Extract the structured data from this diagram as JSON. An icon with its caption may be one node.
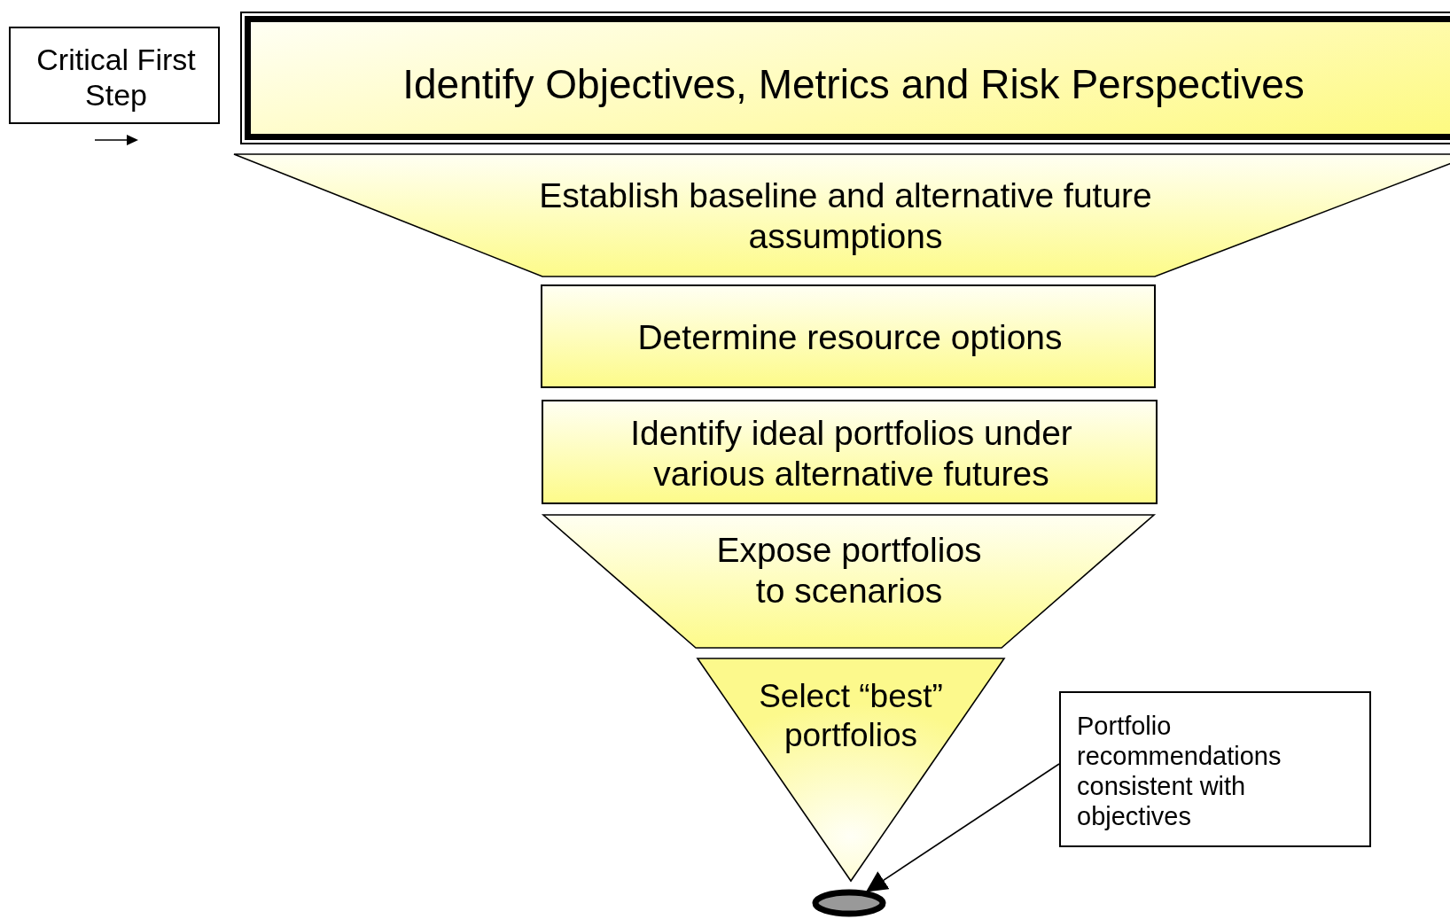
{
  "diagram": {
    "nodes": [
      {
        "text": [
          "Critical First Step"
        ]
      },
      {
        "text": [
          "Identify Objectives, Metrics and Risk Perspectives"
        ]
      },
      {
        "text": [
          "Establish baseline and alternative future assumptions"
        ]
      },
      {
        "text": [
          "Determine resource options"
        ]
      },
      {
        "text": [
          "Identify ideal portfolios under various alternative futures"
        ]
      },
      {
        "text": [
          "Expose portfolios to scenarios"
        ]
      },
      {
        "text": [
          "Select “best” portfolios"
        ]
      },
      {
        "text": [],
        "shape": "ellipse"
      },
      {
        "text": [
          "Portfolio recommendations consistent with objectives"
        ]
      }
    ],
    "edges": [
      {
        "from": 8,
        "to": 7,
        "arrow": "to"
      }
    ]
  }
}
